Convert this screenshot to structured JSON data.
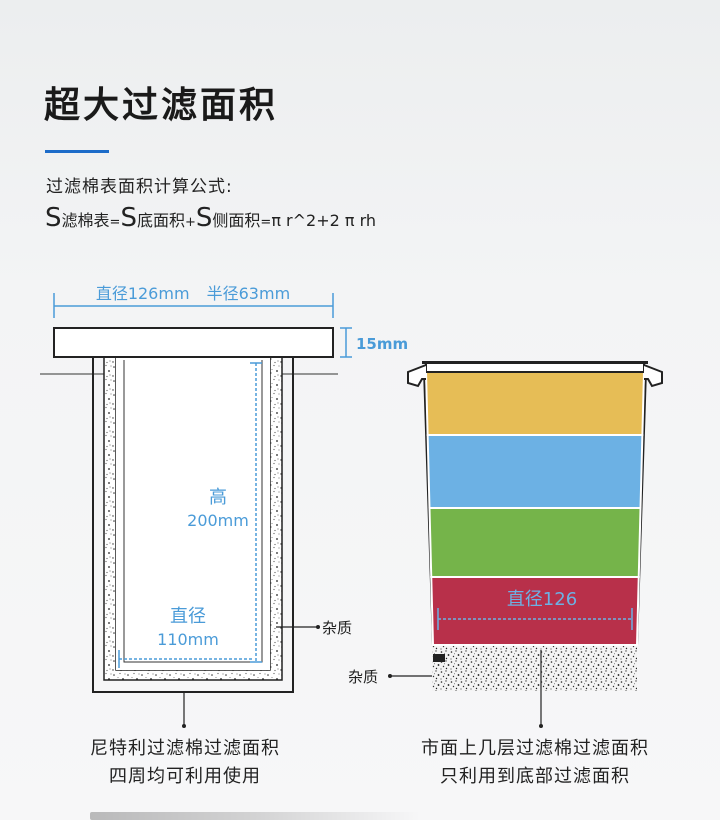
{
  "title": "超大过滤面积",
  "accent_color": "#1d6cc9",
  "dimension_color": "#4a9bd8",
  "formula": {
    "label": "过滤棉表面积计算公式:",
    "s1": "S",
    "s1_sub": "滤棉表",
    "eq": "=",
    "s2": "S",
    "s2_sub": "底面积",
    "plus": "+",
    "s3": "S",
    "s3_sub": "侧面积",
    "eq2": "=",
    "rhs": "π r^2+2 π rh"
  },
  "left_diagram": {
    "diameter_label": "直径126mm",
    "radius_label": "半径63mm",
    "thickness_label": "15mm",
    "height_label_1": "高",
    "height_label_2": "200mm",
    "inner_diameter_label_1": "直径",
    "inner_diameter_label_2": "110mm",
    "impurity_label": "杂质",
    "caption_line1": "尼特利过滤棉过滤面积",
    "caption_line2": "四周均可利用使用"
  },
  "right_diagram": {
    "diameter_label": "直径126",
    "impurity_label": "杂质",
    "layers": [
      {
        "name": "yellow",
        "color": "#e6bd56"
      },
      {
        "name": "blue",
        "color": "#6cb1e4"
      },
      {
        "name": "green",
        "color": "#75b44a"
      },
      {
        "name": "red",
        "color": "#b8304a"
      }
    ],
    "caption_line1": "市面上几层过滤棉过滤面积",
    "caption_line2": "只利用到底部过滤面积"
  }
}
